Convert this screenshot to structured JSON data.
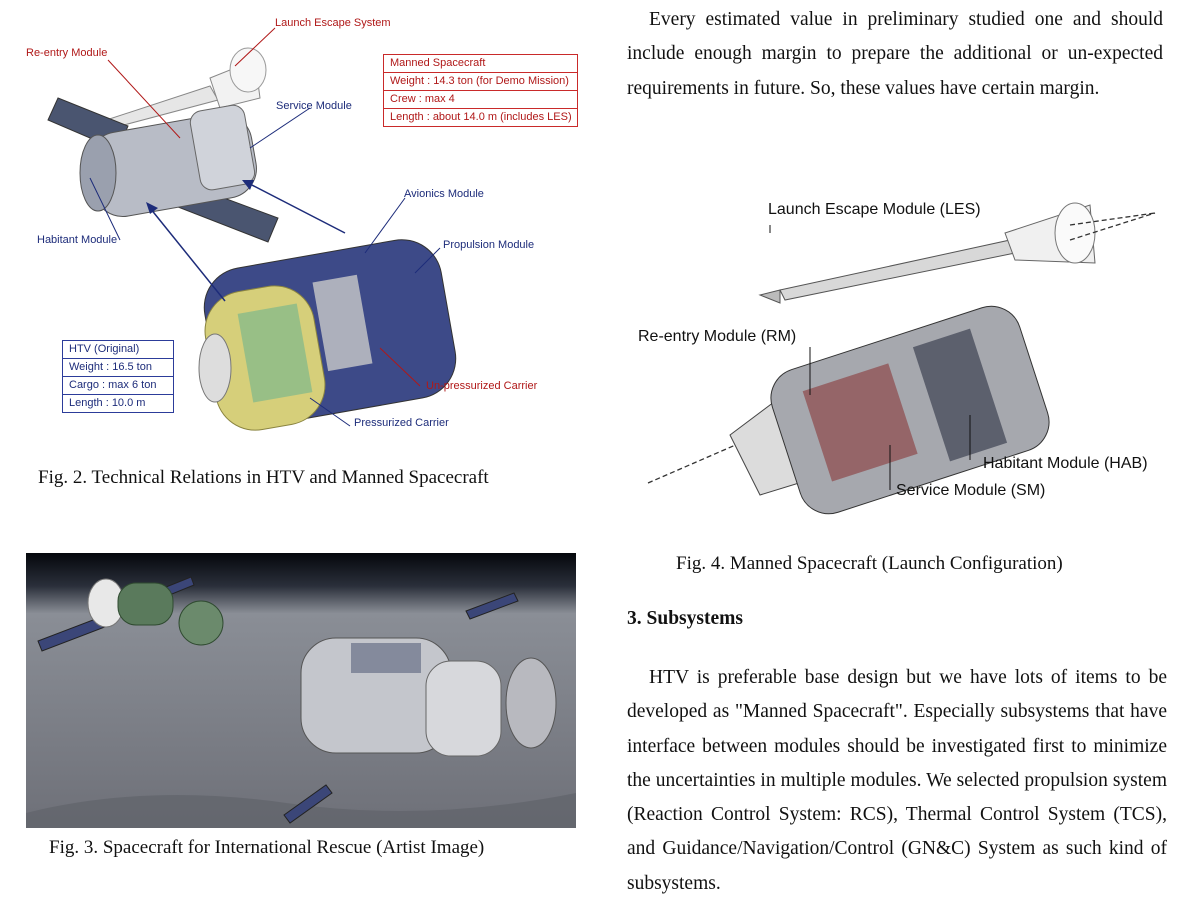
{
  "fig2": {
    "labels": {
      "les": "Launch Escape System",
      "rm": "Re-entry Module",
      "sm": "Service Module",
      "avionics": "Avionics Module",
      "propulsion": "Propulsion Module",
      "habitant": "Habitant Module",
      "unpress": "Un-pressurized Carrier",
      "press": "Pressurized Carrier"
    },
    "manned_specs": [
      "Manned Spacecraft",
      "Weight : 14.3 ton (for Demo Mission)",
      "Crew : max 4",
      "Length : about 14.0 m (includes LES)"
    ],
    "htv_specs": [
      "HTV (Original)",
      "Weight : 16.5 ton",
      "Cargo : max 6 ton",
      "Length : 10.0 m"
    ],
    "caption": "Fig. 2. Technical Relations in HTV and Manned Spacecraft"
  },
  "fig3": {
    "caption": "Fig. 3. Spacecraft for International Rescue (Artist Image)"
  },
  "fig4": {
    "labels": {
      "les": "Launch Escape Module (LES)",
      "rm": "Re-entry Module (RM)",
      "hab": "Habitant Module (HAB)",
      "sm": "Service Module (SM)"
    },
    "caption": "Fig. 4. Manned Spacecraft (Launch Configuration)"
  },
  "text": {
    "para1": "Every estimated value in preliminary studied one and should include enough margin to prepare the additional or un-expected requirements in future. So, these values have certain margin.",
    "section_heading": "3.   Subsystems",
    "para2": "HTV is preferable base design but we have lots of items to be developed as \"Manned Spacecraft\". Especially subsystems that have interface between modules should be investigated first to minimize the uncertainties in multiple modules. We selected propulsion system (Reaction Control System: RCS), Thermal Control System (TCS), and Guidance/Navigation/Control (GN&C) System as such kind of subsystems."
  },
  "colors": {
    "red_label": "#b01818",
    "blue_label": "#1d2c7a"
  }
}
